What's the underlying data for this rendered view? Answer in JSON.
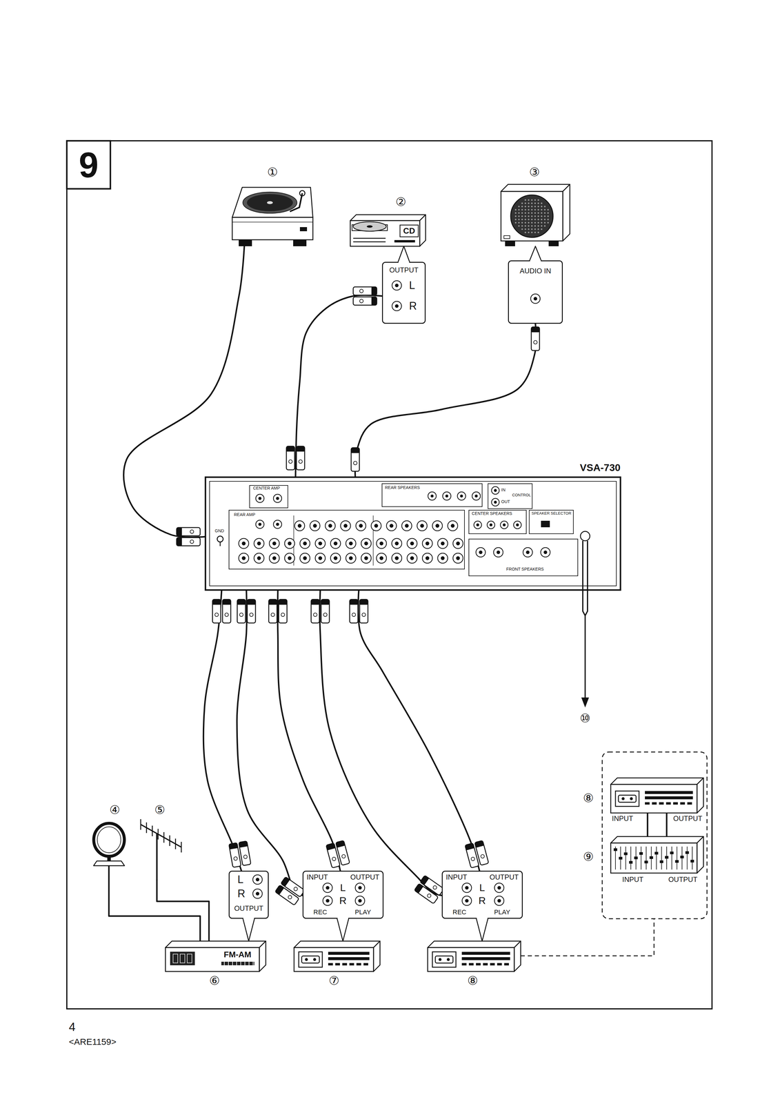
{
  "diagram": {
    "nodes": [
      {
        "text": [
          "9"
        ]
      },
      {
        "text": [
          "①"
        ]
      },
      {
        "text": [
          "②",
          "CD"
        ]
      },
      {
        "text": [
          "OUTPUT",
          "L",
          "R"
        ]
      },
      {
        "text": [
          "③"
        ]
      },
      {
        "text": [
          "AUDIO IN"
        ]
      },
      {
        "text": [
          "VSA-730"
        ]
      },
      {
        "text": [
          "④"
        ]
      },
      {
        "text": [
          "⑤"
        ]
      },
      {
        "text": [
          "⑥",
          "FM-AM"
        ]
      },
      {
        "text": [
          "L",
          "R",
          "OUTPUT"
        ]
      },
      {
        "text": [
          "⑦"
        ]
      },
      {
        "text": [
          "INPUT",
          "OUTPUT",
          "L",
          "R",
          "REC",
          "PLAY"
        ]
      },
      {
        "text": [
          "⑧"
        ]
      },
      {
        "text": [
          "INPUT",
          "OUTPUT",
          "L",
          "R",
          "REC",
          "PLAY"
        ]
      },
      {
        "text": [
          "⑧",
          "INPUT",
          "OUTPUT"
        ]
      },
      {
        "text": [
          "⑨",
          "INPUT",
          "OUTPUT"
        ]
      }
    ],
    "edges": [
      {
        "from": 1,
        "to": 6,
        "arrow": "none"
      },
      {
        "from": 3,
        "to": 6,
        "arrow": "none"
      },
      {
        "from": 5,
        "to": 6,
        "arrow": "none"
      },
      {
        "from": 7,
        "to": 9,
        "arrow": "none"
      },
      {
        "from": 8,
        "to": 9,
        "arrow": "none"
      },
      {
        "from": 10,
        "to": 6,
        "arrow": "none"
      },
      {
        "from": 12,
        "to": 6,
        "arrow": "none"
      },
      {
        "from": 6,
        "to": 12,
        "arrow": "none"
      },
      {
        "from": 14,
        "to": 6,
        "arrow": "none"
      },
      {
        "from": 6,
        "to": 14,
        "arrow": "none"
      },
      {
        "from": 15,
        "to": 16,
        "arrow": "none"
      },
      {
        "from": 16,
        "to": 15,
        "arrow": "none"
      }
    ],
    "labels": [
      "CENTER AMP",
      "REAR SPEAKERS",
      "IN",
      "CONTROL",
      "OUT",
      "REAR AMP",
      "CENTER SPEAKERS",
      "SPEAKER SELECTOR",
      "GND",
      "FRONT SPEAKERS",
      "⑩",
      "4",
      "<ARE1159>"
    ]
  }
}
